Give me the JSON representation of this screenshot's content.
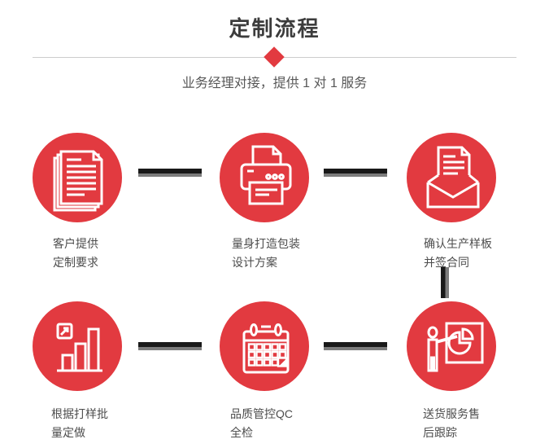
{
  "page": {
    "title": "定制流程",
    "subtitle": "业务经理对接，提供 1 对 1 服务"
  },
  "colors": {
    "accent_red": "#e23a40",
    "title_text": "#3c3c3c",
    "body_text": "#4d4d4d",
    "divider_line": "#cccccc",
    "connector_black": "#191919",
    "connector_gray": "#7c7c7c"
  },
  "steps": [
    {
      "icon": "documents-icon",
      "label_line1": "客户提供",
      "label_line2": "定制要求"
    },
    {
      "icon": "printer-icon",
      "label_line1": "量身打造包装",
      "label_line2": "设计方案"
    },
    {
      "icon": "envelope-icon",
      "label_line1": "确认生产样板",
      "label_line2": "并签合同"
    },
    {
      "icon": "bar-chart-icon",
      "label_line1": "根据打样批",
      "label_line2": "量定做"
    },
    {
      "icon": "calendar-icon",
      "label_line1": "品质管控QC",
      "label_line2": "全检"
    },
    {
      "icon": "presentation-icon",
      "label_line1": "送货服务售",
      "label_line2": "后跟踪"
    }
  ]
}
